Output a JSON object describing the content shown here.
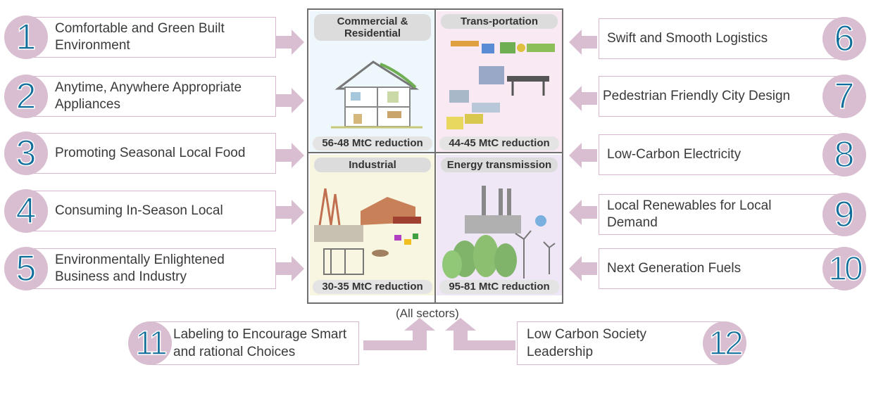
{
  "left_items": [
    {
      "number": "1",
      "label": "Comfortable and Green Built Environment"
    },
    {
      "number": "2",
      "label": "Anytime, Anywhere Appropriate Appliances"
    },
    {
      "number": "3",
      "label": "Promoting Seasonal Local Food"
    },
    {
      "number": "4",
      "label": "Consuming In-Season Local"
    },
    {
      "number": "5",
      "label": "Environmentally Enlightened Business and Industry"
    }
  ],
  "right_items": [
    {
      "number": "6",
      "label": "Swift and Smooth Logistics"
    },
    {
      "number": "7",
      "label": "Pedestrian Friendly City Design"
    },
    {
      "number": "8",
      "label": "Low-Carbon Electricity"
    },
    {
      "number": "9",
      "label": "Local Renewables for Local Demand"
    },
    {
      "number": "10",
      "label": "Next Generation Fuels"
    }
  ],
  "bottom_items": [
    {
      "number": "11",
      "label": "Labeling to Encourage Smart and rational Choices"
    },
    {
      "number": "12",
      "label": "Low Carbon Society Leadership"
    }
  ],
  "sectors": {
    "commercial": {
      "title": "Commercial & Residential",
      "reduction": "56-48 MtC reduction"
    },
    "transportation": {
      "title": "Trans-portation",
      "reduction": "44-45 MtC reduction"
    },
    "industrial": {
      "title": "Industrial",
      "reduction": "30-35 MtC reduction"
    },
    "energy": {
      "title": "Energy transmission",
      "reduction": "95-81 MtC reduction"
    }
  },
  "all_sectors_label": "(All sectors)",
  "colors": {
    "accent_pink": "#d9bdd0",
    "number_blue": "#0f6e9a",
    "border": "#d6b7cc"
  }
}
